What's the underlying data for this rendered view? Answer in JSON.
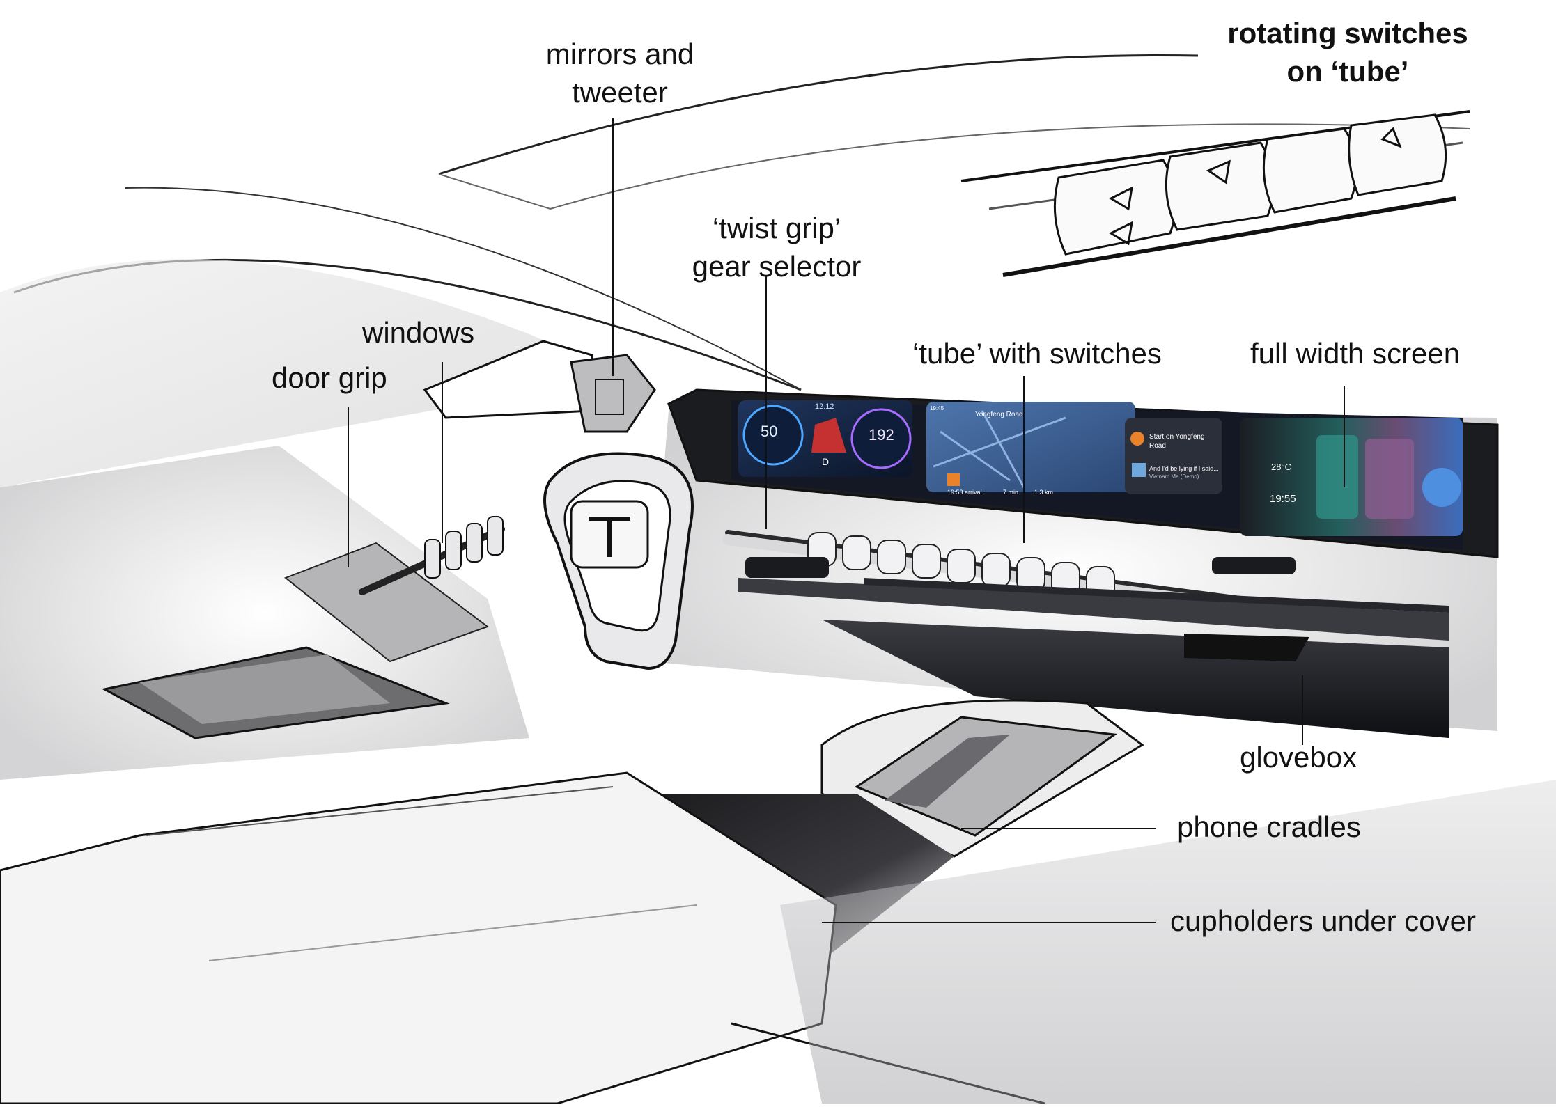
{
  "labels": {
    "mirrors_tweeter_1": "mirrors and",
    "mirrors_tweeter_2": "tweeter",
    "rotating_switches_1": "rotating switches",
    "rotating_switches_2": "on ‘tube’",
    "twist_grip_1": "‘twist grip’",
    "twist_grip_2": "gear selector",
    "windows": "windows",
    "door_grip": "door grip",
    "tube_with_switches": "‘tube’ with switches",
    "full_width_screen": "full width screen",
    "glovebox": "glovebox",
    "phone_cradles": "phone cradles",
    "cupholders": "cupholders under cover"
  },
  "screen": {
    "speed_left": "50",
    "speed_right": "192",
    "gear": "D",
    "clock_top": "12:12",
    "map_chip": "Yongfeng Road",
    "nav_line_1": "Start on Yongfeng",
    "nav_line_2": "Road",
    "song_title": "And I'd be lying if I said...",
    "song_artist": "Vietnam Ma (Demo)",
    "eta_arrival": "19:53 arrival",
    "eta_min": "7 min",
    "eta_km": "1.3 km",
    "left_clock": "19:45",
    "weather_temp": "28°C",
    "weather_time": "19:55"
  },
  "colors": {
    "ink": "#111111",
    "screen_dark": "#141824",
    "screen_blue": "#2c4f8a",
    "accent_orange": "#e9822b",
    "map_blue": "#3b5f93"
  }
}
